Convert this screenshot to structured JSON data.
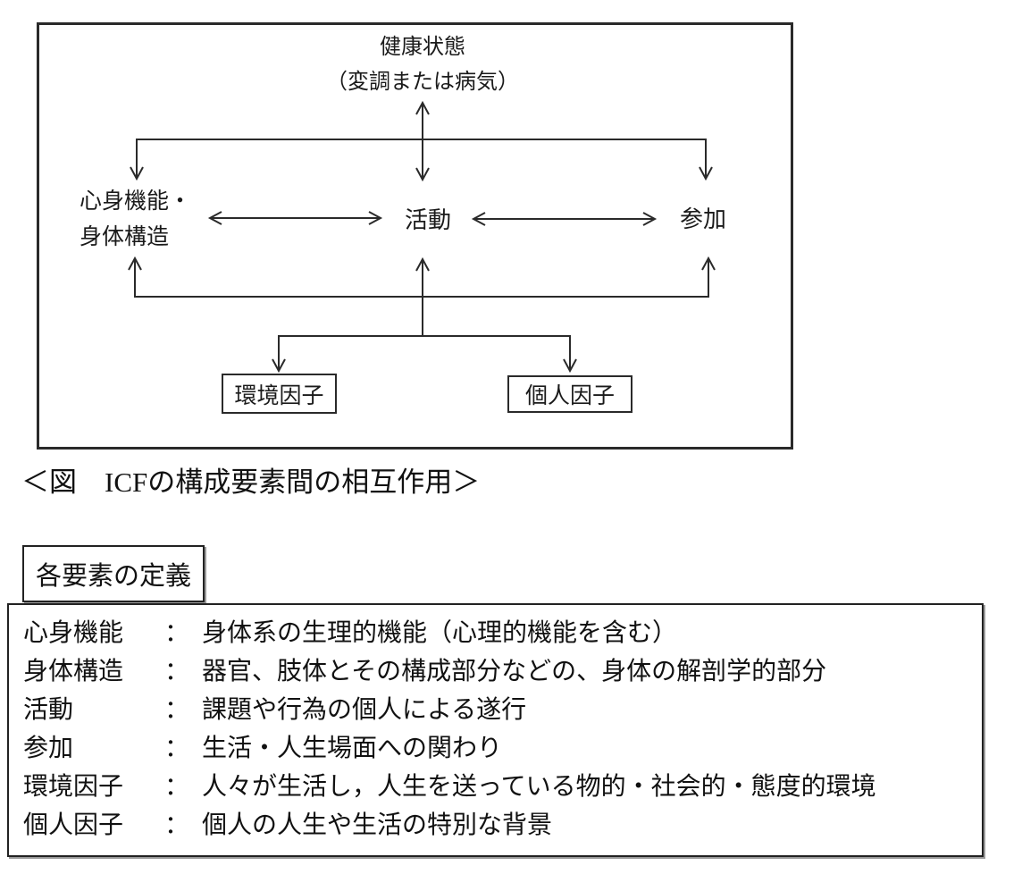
{
  "colors": {
    "diagram_line": "#2a2a2a",
    "border": "#222222",
    "shadow": "#9a9a9a",
    "text": "#111111"
  },
  "diagram": {
    "health_state": {
      "line1": "健康状態",
      "line2": "（変調または病気）"
    },
    "nodes": {
      "body_functions_line1": "心身機能・",
      "body_functions_line2": "身体構造",
      "activity": "活動",
      "participation": "参加",
      "environmental_factors": "環境因子",
      "personal_factors": "個人因子"
    }
  },
  "caption": "＜図　ICFの構成要素間の相互作用＞",
  "definitions_header": "各要素の定義",
  "definitions": {
    "colon": "：",
    "rows": [
      {
        "term": "心身機能",
        "definition": "身体系の生理的機能（心理的機能を含む）"
      },
      {
        "term": "身体構造",
        "definition": "器官、肢体とその構成部分などの、身体の解剖学的部分"
      },
      {
        "term": "活動",
        "definition": "課題や行為の個人による遂行"
      },
      {
        "term": "参加",
        "definition": "生活・人生場面への関わり"
      },
      {
        "term": "環境因子",
        "definition": "人々が生活し，人生を送っている物的・社会的・態度的環境"
      },
      {
        "term": "個人因子",
        "definition": "個人の人生や生活の特別な背景"
      }
    ]
  }
}
